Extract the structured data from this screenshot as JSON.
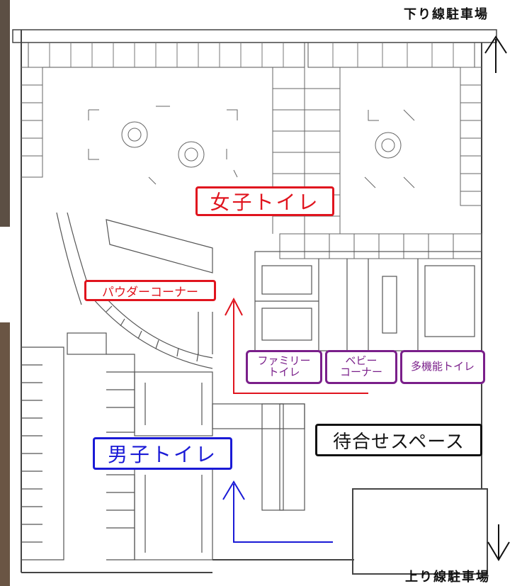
{
  "labels": {
    "women_toilet": "女子トイレ",
    "powder_corner": "パウダーコーナー",
    "men_toilet": "男子トイレ",
    "waiting_space": "待合せスペース",
    "family_toilet": "ファミリー\nトイレ",
    "baby_corner": "ベビー\nコーナー",
    "multipurpose_toilet": "多機能トイレ"
  },
  "parking": {
    "down_line": "下り線駐車場",
    "up_line": "上り線駐車場"
  },
  "colors": {
    "women": "#e0141e",
    "men": "#1a1ad6",
    "facility": "#7a1f8a",
    "waiting": "#111111",
    "wall": "#444444"
  }
}
